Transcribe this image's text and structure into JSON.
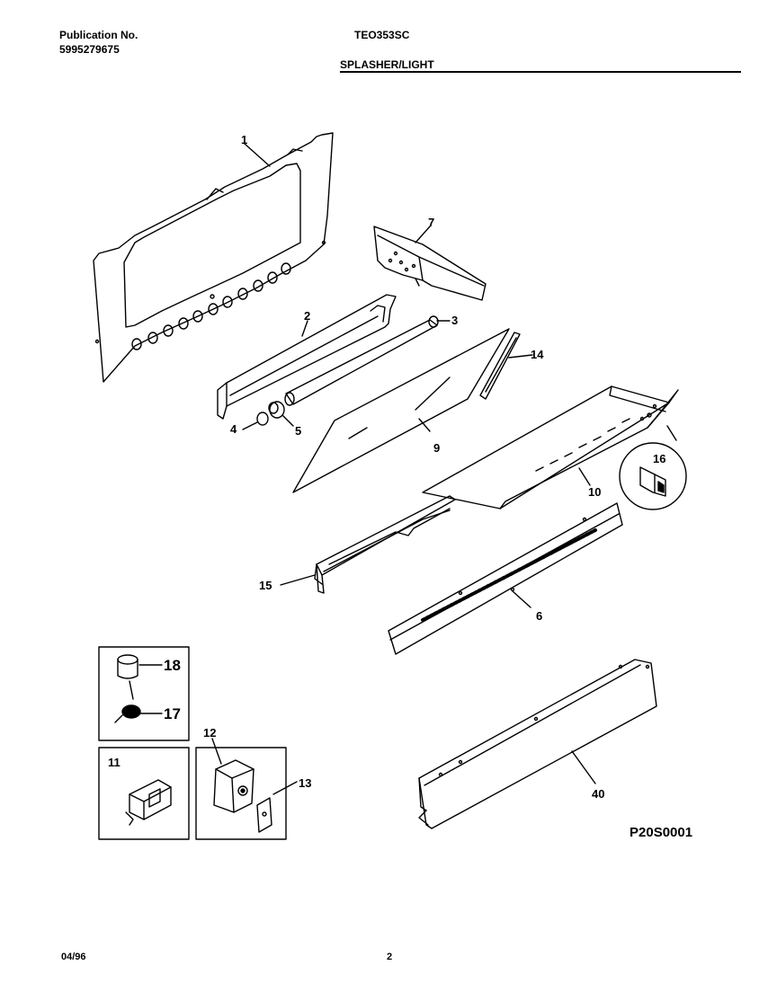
{
  "header": {
    "publication_label": "Publication No.",
    "publication_number": "5995279675",
    "model": "TEO353SC",
    "section": "SPLASHER/LIGHT"
  },
  "diagram_code": "P20S0001",
  "footer": {
    "date": "04/96",
    "page": "2"
  },
  "callouts": {
    "c1": "1",
    "c2": "2",
    "c3": "3",
    "c4": "4",
    "c5": "5",
    "c6": "6",
    "c7": "7",
    "c9": "9",
    "c10": "10",
    "c11": "11",
    "c12": "12",
    "c13": "13",
    "c14": "14",
    "c15": "15",
    "c16": "16",
    "c17": "17",
    "c18": "18",
    "c40": "40"
  }
}
